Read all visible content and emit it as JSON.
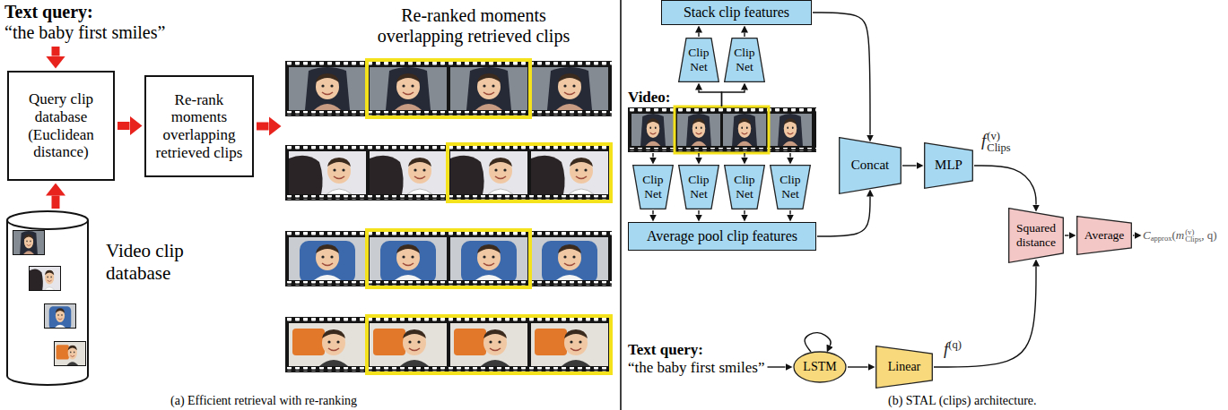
{
  "diagram": {
    "nodes": [
      {
        "text": [
          "Text query:",
          "“the baby first smiles”"
        ]
      },
      {
        "text": [
          "Query clip database (Euclidean distance)"
        ]
      },
      {
        "text": [
          "Re-rank moments overlapping retrieved clips"
        ]
      },
      {
        "text": [
          "Re-ranked moments overlapping retrieved clips"
        ]
      },
      {
        "text": [
          "Video clip database"
        ]
      },
      {
        "text": [
          "Stack clip features"
        ]
      },
      {
        "text": [
          "Clip Net"
        ]
      },
      {
        "text": [
          "Clip Net"
        ]
      },
      {
        "text": [
          "Video:"
        ]
      },
      {
        "text": [
          "Clip Net"
        ]
      },
      {
        "text": [
          "Clip Net"
        ]
      },
      {
        "text": [
          "Clip Net"
        ]
      },
      {
        "text": [
          "Clip Net"
        ]
      },
      {
        "text": [
          "Average pool clip features"
        ]
      },
      {
        "text": [
          "Concat"
        ]
      },
      {
        "text": [
          "MLP"
        ]
      },
      {
        "text": [
          "Squared distance"
        ]
      },
      {
        "text": [
          "Average"
        ]
      },
      {
        "text": [
          "Text query:",
          "“the baby first smiles”"
        ]
      },
      {
        "text": [
          "LSTM"
        ]
      },
      {
        "text": [
          "Linear"
        ]
      }
    ],
    "edges": [
      {
        "from": 0,
        "to": 1,
        "arrow": "to"
      },
      {
        "from": 1,
        "to": 2,
        "arrow": "to"
      },
      {
        "from": 2,
        "to": 3,
        "arrow": "to"
      },
      {
        "from": 4,
        "to": 1,
        "arrow": "to"
      },
      {
        "from": 6,
        "to": 5,
        "arrow": "to"
      },
      {
        "from": 7,
        "to": 5,
        "arrow": "to"
      },
      {
        "from": 8,
        "to": 6,
        "arrow": "to"
      },
      {
        "from": 8,
        "to": 7,
        "arrow": "to"
      },
      {
        "from": 8,
        "to": 9,
        "arrow": "to"
      },
      {
        "from": 8,
        "to": 10,
        "arrow": "to"
      },
      {
        "from": 8,
        "to": 11,
        "arrow": "to"
      },
      {
        "from": 8,
        "to": 12,
        "arrow": "to"
      },
      {
        "from": 9,
        "to": 13,
        "arrow": "to"
      },
      {
        "from": 10,
        "to": 13,
        "arrow": "to"
      },
      {
        "from": 11,
        "to": 13,
        "arrow": "to"
      },
      {
        "from": 12,
        "to": 13,
        "arrow": "to"
      },
      {
        "from": 5,
        "to": 14,
        "arrow": "to"
      },
      {
        "from": 13,
        "to": 14,
        "arrow": "to"
      },
      {
        "from": 14,
        "to": 15,
        "arrow": "to"
      },
      {
        "from": 15,
        "to": 16,
        "arrow": "to"
      },
      {
        "from": 20,
        "to": 16,
        "arrow": "to"
      },
      {
        "from": 16,
        "to": 17,
        "arrow": "to"
      },
      {
        "from": 18,
        "to": 19,
        "arrow": "to"
      },
      {
        "from": 19,
        "to": 19,
        "arrow": "to"
      },
      {
        "from": 19,
        "to": 20,
        "arrow": "to"
      }
    ],
    "labels": [
      "(a) Efficient retrieval with re-ranking",
      "f",
      "(v)",
      "Clips",
      "C",
      "approx",
      "(",
      "m",
      "(v)",
      "Clips",
      ", q)",
      "f",
      "(q)",
      "(b) STAL (clips) architecture."
    ]
  }
}
